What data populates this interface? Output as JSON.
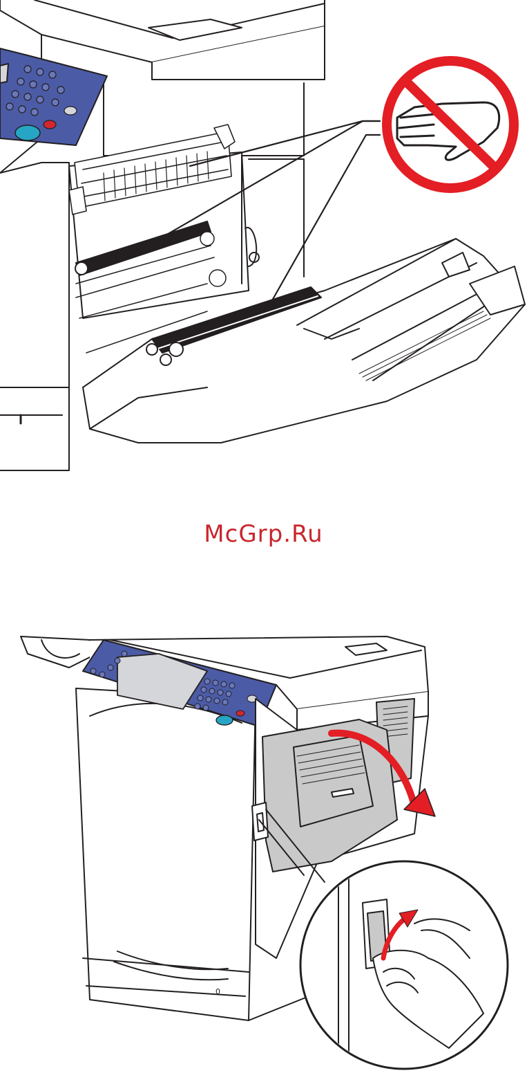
{
  "watermark": {
    "text": "McGrp.Ru",
    "color": "#c8262d"
  },
  "colors": {
    "line": "#231f20",
    "panel_blue": "#4b5ba6",
    "panel_blue_light": "#6a78bb",
    "door_gray": "#c9c9c9",
    "screen_gray": "#d4d6da",
    "warning_red": "#e31e24",
    "arrow_red": "#e31e24",
    "button_teal": "#26a6c4",
    "button_red": "#d22630"
  },
  "figures": [
    {
      "id": "fuser-area-open-door",
      "icons": [
        "do-not-touch-hand-icon"
      ]
    },
    {
      "id": "open-left-door",
      "icons": [
        "door-open-arrow-icon",
        "latch-lift-arrow-icon"
      ]
    }
  ]
}
